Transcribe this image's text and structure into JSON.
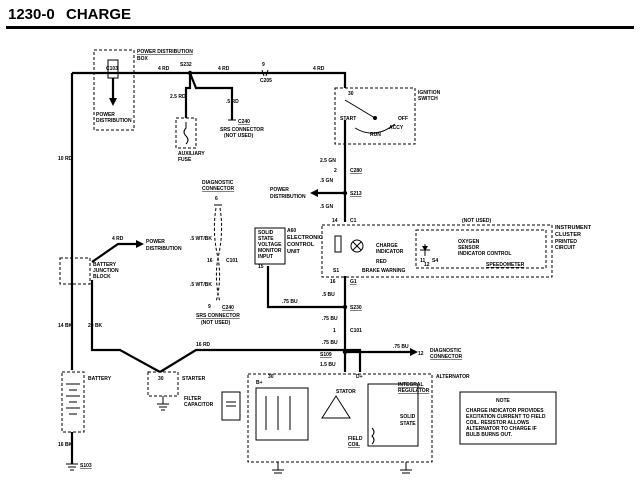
{
  "header": {
    "code": "1230-0",
    "title": "CHARGE"
  },
  "power_distribution_box": {
    "title1": "POWER DISTRIBUTION",
    "title2": "BOX",
    "fuse": "C103",
    "inner1": "POWER",
    "inner2": "DISTRIBUTION"
  },
  "splices": {
    "s232": "S232",
    "c205": "C205",
    "c205_pin": "9",
    "s213": "S213",
    "s230": "S230",
    "s109": "S109",
    "s103": "S103"
  },
  "wires": {
    "top_4rd_1": "4 RD",
    "top_4rd_2": "4 RD",
    "top_4rd_3": "4 RD",
    "rd25": "2.5 RD",
    "rd5": ".5 RD",
    "rd10": "10 RD",
    "rd4_bjb": "4 RD",
    "bk14": "14 BK",
    "bk20": "20 BK",
    "rd16_top": "16 RD",
    "bk16": "16 BK",
    "gn25": "2.5 GN",
    "gn5a": ".5 GN",
    "gn5b": ".5 GN",
    "wt5": ".5 WT/BK",
    "bk5": ".5 WT/BK",
    "bu5a": ".5 BU",
    "bu5b": ".75 BU",
    "bu5c": ".75 BU",
    "bu15": "1.5 BU",
    "bu75": ".75 BU"
  },
  "connectors": {
    "c240_top": "C240",
    "srs_top1": "SRS CONNECTOR",
    "srs_top2": "(NOT USED)",
    "diag_top1": "DIAGNOSTIC",
    "diag_top2": "CONNECTOR",
    "diag_pin6": "6",
    "c101": "C101",
    "pin16": "16",
    "pin9": "9",
    "c240_bot": "C240",
    "srs_bot1": "SRS CONNECTOR",
    "srs_bot2": "(NOT USED)",
    "c280": "C280",
    "c280_pin": "2",
    "c1": "C1",
    "c1_pin": "14",
    "g1": "G1",
    "g1_pin": "16",
    "c101b": "C101",
    "c101b_pin": "1",
    "diag_r_pin": "12",
    "diag_r1": "DIAGNOSTIC",
    "diag_r2": "CONNECTOR"
  },
  "aux_fuse": {
    "label1": "AUXILIARY",
    "label2": "FUSE"
  },
  "ignition_switch": {
    "label1": "IGNITION",
    "label2": "SWITCH",
    "start": "START",
    "off": "OFF",
    "acc": "ACCY",
    "run": "RUN",
    "pin30": "30"
  },
  "power_dist_right": {
    "label1": "POWER",
    "label2": "DISTRIBUTION"
  },
  "power_dist_left": {
    "label1": "POWER",
    "label2": "DISTRIBUTION"
  },
  "battery_junction": {
    "label1": "BATTERY",
    "label2": "JUNCTION",
    "label3": "BLOCK"
  },
  "solid_state_box": {
    "l1": "SOLID",
    "l2": "STATE",
    "l3": "VOLTAGE",
    "l4": "MONITOR",
    "l5": "INPUT",
    "pin15": "15"
  },
  "a60": {
    "l1": "A60",
    "l2": "ELECTRONIC",
    "l3": "CONTROL",
    "l4": "UNIT"
  },
  "cluster": {
    "not_used": "(NOT USED)",
    "title1": "INSTRUMENT",
    "title2": "CLUSTER",
    "printed1": "PRINTED",
    "printed2": "CIRCUIT",
    "charge1": "CHARGE",
    "charge2": "INDICATOR",
    "red": "RED",
    "oxygen1": "OXYGEN",
    "oxygen2": "SENSOR",
    "oxygen3": "INDICATOR CONTROL",
    "speedometer": "SPEEDOMETER",
    "brake": "BRAKE WARNING",
    "s1": "S1",
    "s4": "S4",
    "p11": "11",
    "p12": "12"
  },
  "battery": {
    "label": "BATTERY"
  },
  "starter": {
    "label": "STARTER",
    "pin30": "30"
  },
  "filter_cap": {
    "label1": "FILTER",
    "label2": "CAPACITOR"
  },
  "alternator": {
    "label": "ALTERNATOR",
    "stator": "STATOR",
    "reg1": "INTEGRAL",
    "reg2": "REGULATOR",
    "solid1": "SOLID",
    "solid2": "STATE",
    "field1": "FIELD",
    "field2": "COIL",
    "b_plus": "B+",
    "pin_d": "D+",
    "pin_30": "30"
  },
  "note": {
    "title": "NOTE",
    "line1": "CHARGE INDICATOR PROVIDES",
    "line2": "EXCITATION CURRENT TO FIELD",
    "line3": "COIL. RESISTOR ALLOWS",
    "line4": "ALTERNATOR TO CHARGE IF",
    "line5": "BULB BURNS OUT."
  }
}
